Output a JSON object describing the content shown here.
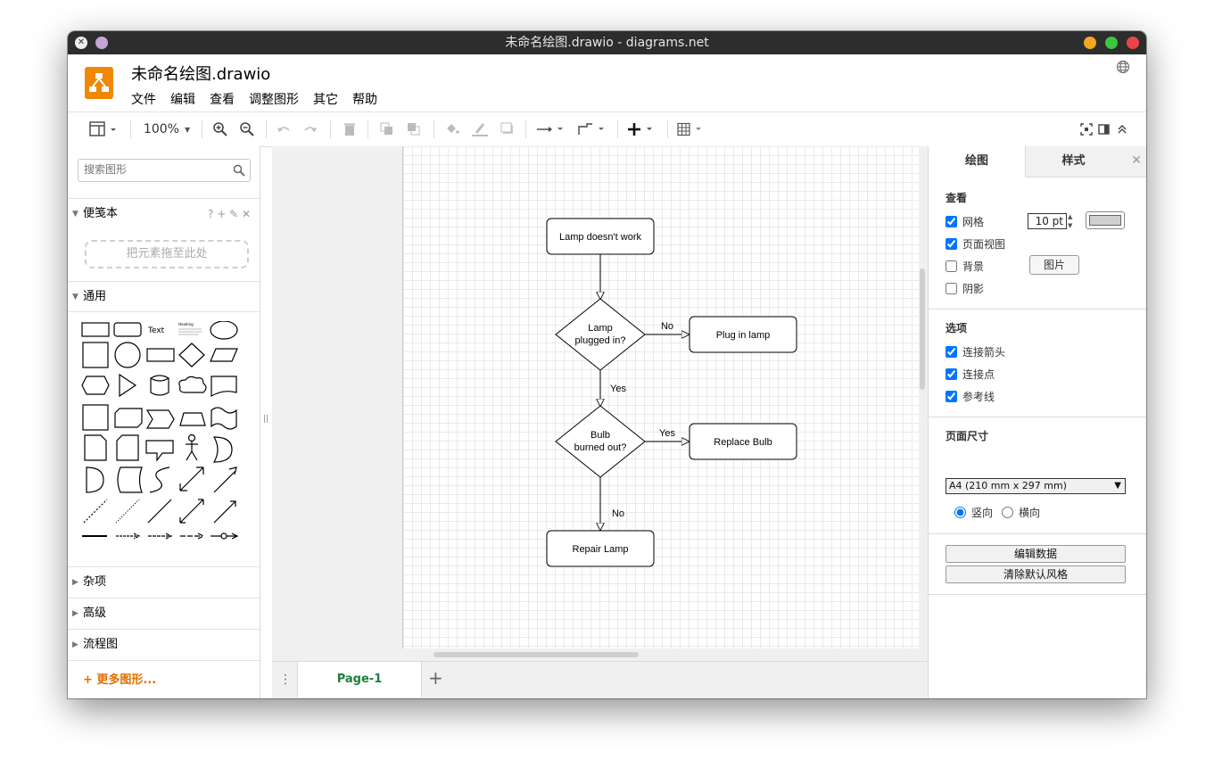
{
  "window": {
    "title": "未命名绘图.drawio - diagrams.net"
  },
  "header": {
    "doc_title": "未命名绘图.drawio",
    "menu": [
      "文件",
      "编辑",
      "查看",
      "调整图形",
      "其它",
      "帮助"
    ]
  },
  "toolbar": {
    "zoom": "100%"
  },
  "sidebar": {
    "search_placeholder": "搜索图形",
    "scratchpad": {
      "title": "便笺本",
      "drop_hint": "把元素拖至此处",
      "icons": "? + ✎ ✕"
    },
    "general": {
      "title": "通用",
      "text_shape": "Text",
      "heading_shape": "Heading"
    },
    "sections": [
      "杂项",
      "高级",
      "流程图"
    ],
    "more_shapes": "+ 更多图形..."
  },
  "diagram": {
    "nodes": {
      "start": "Lamp doesn't work",
      "plugged_line1": "Lamp",
      "plugged_line2": "plugged in?",
      "plug": "Plug in lamp",
      "bulb_line1": "Bulb",
      "bulb_line2": "burned out?",
      "replace": "Replace Bulb",
      "repair": "Repair Lamp"
    },
    "edges": {
      "no1": "No",
      "yes1": "Yes",
      "yes2": "Yes",
      "no2": "No"
    }
  },
  "pages": {
    "tab": "Page-1"
  },
  "format_panel": {
    "tabs": [
      "绘图",
      "样式"
    ],
    "view": {
      "title": "查看",
      "grid": {
        "label": "网格",
        "checked": true,
        "size": "10 pt"
      },
      "page_view": {
        "label": "页面视图",
        "checked": true
      },
      "background": {
        "label": "背景",
        "checked": false,
        "button": "图片"
      },
      "shadow": {
        "label": "阴影",
        "checked": false
      }
    },
    "options": {
      "title": "选项",
      "connection_arrows": {
        "label": "连接箭头",
        "checked": true
      },
      "connection_points": {
        "label": "连接点",
        "checked": true
      },
      "guides": {
        "label": "参考线",
        "checked": true
      }
    },
    "page_size": {
      "title": "页面尺寸",
      "selected": "A4 (210 mm x 297 mm)",
      "portrait": "竖向",
      "landscape": "横向",
      "orientation": "portrait"
    },
    "buttons": {
      "edit_data": "编辑数据",
      "clear_style": "清除默认风格"
    }
  }
}
